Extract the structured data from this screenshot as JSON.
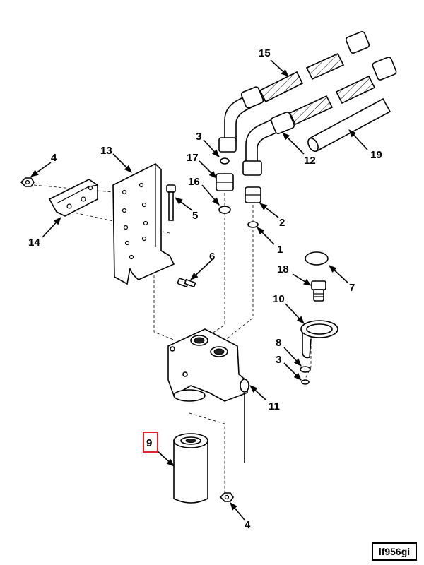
{
  "diagram": {
    "drawing_code": "lf956gi",
    "highlighted_label": "9",
    "callouts": [
      {
        "id": "c15",
        "text": "15"
      },
      {
        "id": "c3a",
        "text": "3"
      },
      {
        "id": "c17",
        "text": "17"
      },
      {
        "id": "c4a",
        "text": "4"
      },
      {
        "id": "c13",
        "text": "13"
      },
      {
        "id": "c16",
        "text": "16"
      },
      {
        "id": "c5",
        "text": "5"
      },
      {
        "id": "c2",
        "text": "2"
      },
      {
        "id": "c14",
        "text": "14"
      },
      {
        "id": "c1",
        "text": "1"
      },
      {
        "id": "c12",
        "text": "12"
      },
      {
        "id": "c19",
        "text": "19"
      },
      {
        "id": "c6",
        "text": "6"
      },
      {
        "id": "c18",
        "text": "18"
      },
      {
        "id": "c7",
        "text": "7"
      },
      {
        "id": "c10",
        "text": "10"
      },
      {
        "id": "c8",
        "text": "8"
      },
      {
        "id": "c3b",
        "text": "3"
      },
      {
        "id": "c11",
        "text": "11"
      },
      {
        "id": "c9",
        "text": "9"
      },
      {
        "id": "c4b",
        "text": "4"
      }
    ]
  }
}
